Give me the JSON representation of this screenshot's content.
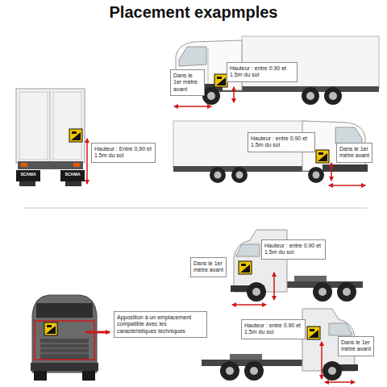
{
  "diagram": {
    "title": "Placement exapmples",
    "nodes": [
      {
        "text": [
          "Dans le 1er mètre avant"
        ]
      },
      {
        "text": [
          "Hauteur : entre 0.90 et 1.5m du sol"
        ]
      },
      {
        "text": [
          "Hauteur : Entre 0,90 et 1.5m du sol"
        ]
      },
      {
        "text": [
          "Hauteur : entre 0.90 et 1.5m du sol"
        ]
      },
      {
        "text": [
          "Dans le 1er mètre avant"
        ]
      },
      {
        "text": [
          "Hauteur : entre 0.90 et 1.5m du sol"
        ]
      },
      {
        "text": [
          "Dans le 1er mètre avant"
        ]
      },
      {
        "text": [
          "Apposition à un emplacement compatible avec les caractéristiques techniques"
        ]
      },
      {
        "text": [
          "Hauteur : entre 0.90 et 1.5m du sol"
        ]
      },
      {
        "text": [
          "Dans le 1er mètre avant"
        ]
      }
    ],
    "labels": [
      "SCANIA",
      "SCANIA"
    ]
  }
}
